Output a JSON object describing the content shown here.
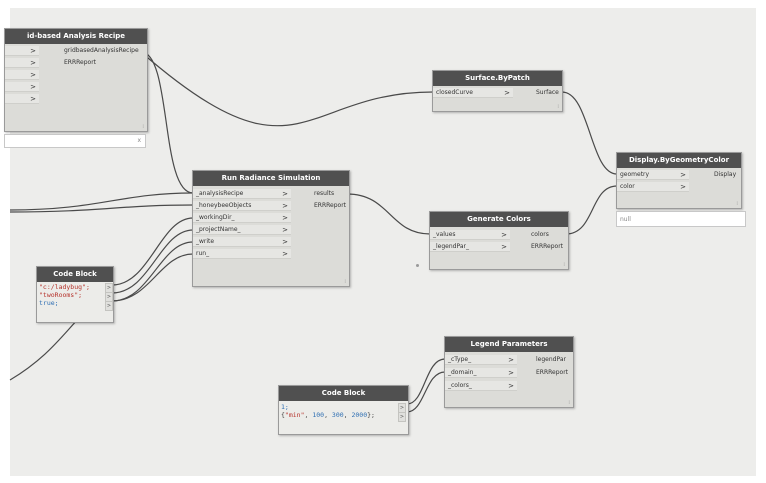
{
  "nodes": {
    "recipe": {
      "title": "id-based Analysis Recipe",
      "outputs": [
        "gridbasedAnalysisRecipe",
        "ERRReport"
      ],
      "input_chevron": ">",
      "preview": "x"
    },
    "surface": {
      "title": "Surface.ByPatch",
      "inputs": [
        "closedCurve"
      ],
      "outputs": [
        "Surface"
      ],
      "chevron": ">"
    },
    "radiance": {
      "title": "Run Radiance Simulation",
      "inputs": [
        "_analysisRecipe",
        "_honeybeeObjects",
        "_workingDir_",
        "_projectName_",
        "_write",
        "run_"
      ],
      "outputs": [
        "results",
        "ERRReport"
      ],
      "chevron": ">"
    },
    "display": {
      "title": "Display.ByGeometryColor",
      "inputs": [
        "geometry",
        "color"
      ],
      "outputs": [
        "Display"
      ],
      "chevron": ">",
      "preview": "null"
    },
    "colors": {
      "title": "Generate Colors",
      "inputs": [
        "_values",
        "_legendPar_"
      ],
      "outputs": [
        "colors",
        "ERRReport"
      ],
      "chevron": ">"
    },
    "code1": {
      "title": "Code Block",
      "lines": [
        "\"c:/ladybug\";",
        "\"twoRooms\";",
        "true;"
      ],
      "port_chevron": ">"
    },
    "legend": {
      "title": "Legend Parameters",
      "inputs": [
        "_cType_",
        "_domain_",
        "_colors_"
      ],
      "outputs": [
        "legendPar",
        "ERRReport"
      ],
      "chevron": ">"
    },
    "code2": {
      "title": "Code Block",
      "line1": "1;",
      "line2_open": "{",
      "line2_str": "\"min\"",
      "line2_sep": ", ",
      "line2_nums": [
        "100",
        "300",
        "2000"
      ],
      "line2_close": "};",
      "port_chevron": ">"
    }
  },
  "colors": {
    "canvas": "#ededeb",
    "header": "#505050",
    "node_body": "#dcdcd8",
    "wire": "#4a4a4a",
    "string": "#b5322b",
    "number": "#2f6fb3"
  },
  "resize_grip_glyph": "⁞"
}
